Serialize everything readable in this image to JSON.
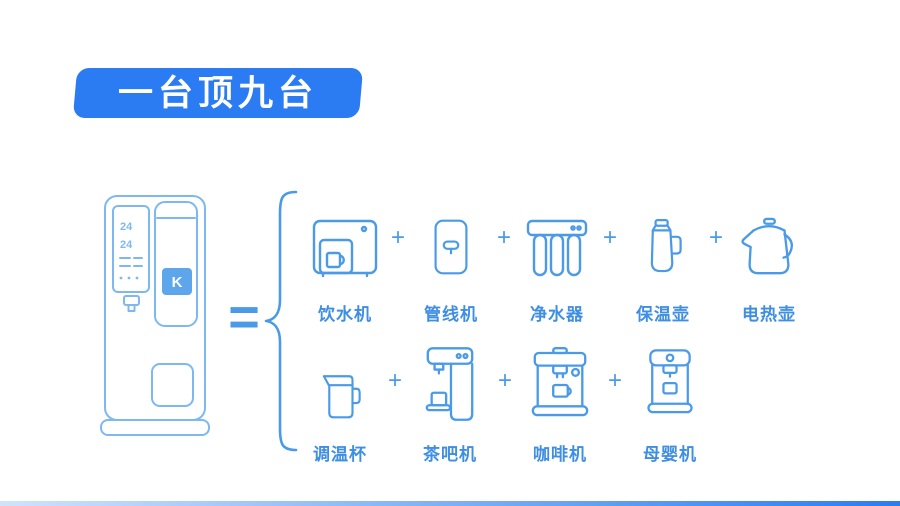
{
  "badge": {
    "text": "一台顶九台"
  },
  "symbols": {
    "plus": "+",
    "equals": "="
  },
  "main_product": {
    "logo": "K",
    "display_top": "24",
    "display_bottom": "24"
  },
  "appliances": [
    {
      "label": "饮水机",
      "icon": "water-dispenser-icon"
    },
    {
      "label": "管线机",
      "icon": "pipeline-machine-icon"
    },
    {
      "label": "净水器",
      "icon": "water-purifier-icon"
    },
    {
      "label": "保温壶",
      "icon": "thermos-icon"
    },
    {
      "label": "电热壶",
      "icon": "electric-kettle-icon"
    },
    {
      "label": "调温杯",
      "icon": "temperature-cup-icon"
    },
    {
      "label": "茶吧机",
      "icon": "tea-bar-machine-icon"
    },
    {
      "label": "咖啡机",
      "icon": "coffee-machine-icon"
    },
    {
      "label": "母婴机",
      "icon": "mother-baby-machine-icon"
    }
  ],
  "colors": {
    "accent": "#2b7cf2",
    "line": "#4a9ae8",
    "label": "#3e8ee4",
    "light_line": "#7db9f0",
    "bottom_bar_from": "#cfe3fa",
    "bottom_bar_to": "#2b7cf2"
  }
}
